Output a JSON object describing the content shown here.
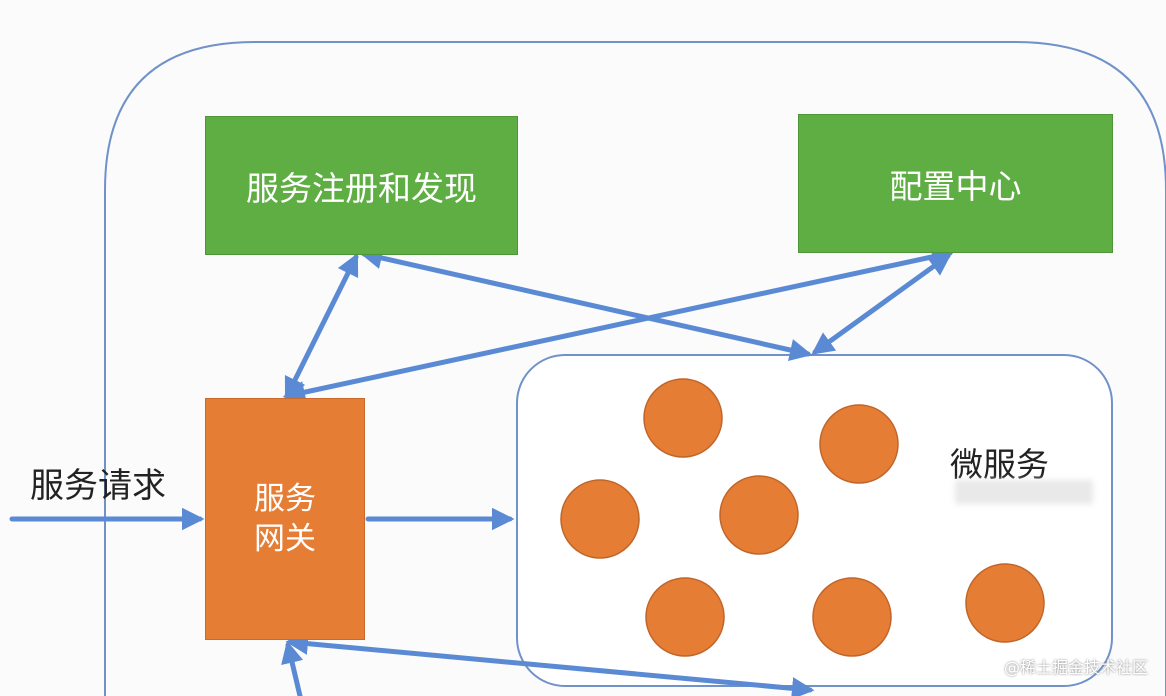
{
  "boxes": {
    "registry": "服务注册和发现",
    "config": "配置中心",
    "gateway_line1": "服务",
    "gateway_line2": "网关"
  },
  "labels": {
    "request": "服务请求",
    "microservices": "微服务"
  },
  "watermark": "@稀土掘金技术社区",
  "colors": {
    "green": "#5eae43",
    "orange": "#e67d35",
    "arrow": "#5b8ad5",
    "outline": "#6e8cc4"
  }
}
